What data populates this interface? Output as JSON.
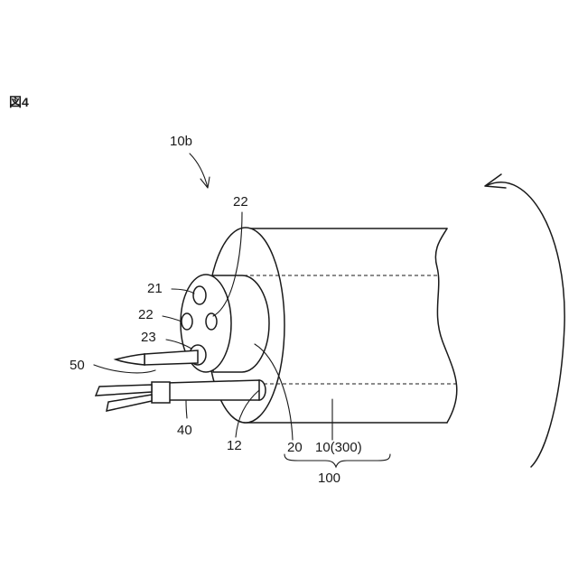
{
  "figure": {
    "title": "図4"
  },
  "labels": {
    "assembly": "10b",
    "hole_top": "22",
    "hole_21": "21",
    "hole_22_left": "22",
    "hole_23": "23",
    "needle": "50",
    "tube": "40",
    "port": "12",
    "inner_body": "20",
    "outer_body": "10(300)",
    "group": "100"
  }
}
